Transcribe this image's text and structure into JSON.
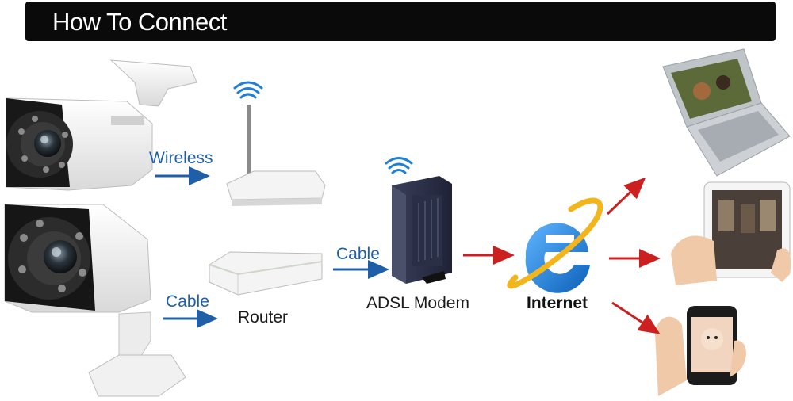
{
  "header": {
    "title": "How To Connect"
  },
  "labels": {
    "wireless": "Wireless",
    "cable_camera": "Cable",
    "router": "Router",
    "cable_modem": "Cable",
    "modem": "ADSL Modem",
    "internet": "Internet"
  },
  "colors": {
    "header_bg": "#0a0a0a",
    "blue_arrow": "#1f5fa8",
    "red_arrow": "#cc2020",
    "ie_blue": "#1d7fd6",
    "ie_gold": "#f2b51c"
  },
  "icons": [
    "camera-icon",
    "wireless-router-icon",
    "router-icon",
    "adsl-modem-icon",
    "internet-explorer-icon",
    "laptop-icon",
    "tablet-icon",
    "smartphone-icon",
    "wifi-signal-icon"
  ]
}
